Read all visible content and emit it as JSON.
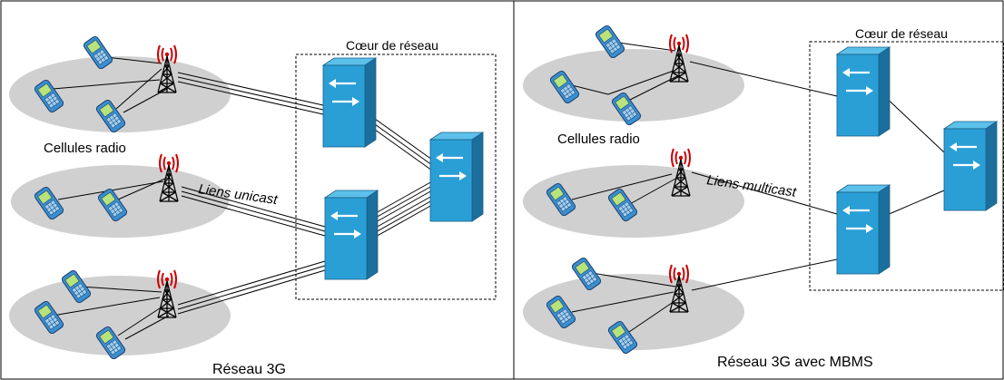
{
  "left_panel": {
    "core_label": "Cœur de réseau",
    "cells_label": "Cellules radio",
    "links_label": "Liens unicast",
    "caption": "Réseau  3G"
  },
  "right_panel": {
    "core_label": "Cœur de réseau",
    "cells_label": "Cellules radio",
    "links_label": "Liens multicast",
    "caption": "Réseau  3G avec MBMS"
  },
  "colors": {
    "cell": "#d0d0d0",
    "server_front": "#2a9fd6",
    "server_top": "#5cc0ea",
    "server_side": "#1c6f9c",
    "phone": "#3a8fd0",
    "phone_screen": "#b8e27a",
    "antenna_signal": "#cc0000"
  },
  "icons": {
    "antenna": "antenna-tower-icon",
    "phone": "mobile-phone-icon",
    "server": "network-switch-icon"
  }
}
